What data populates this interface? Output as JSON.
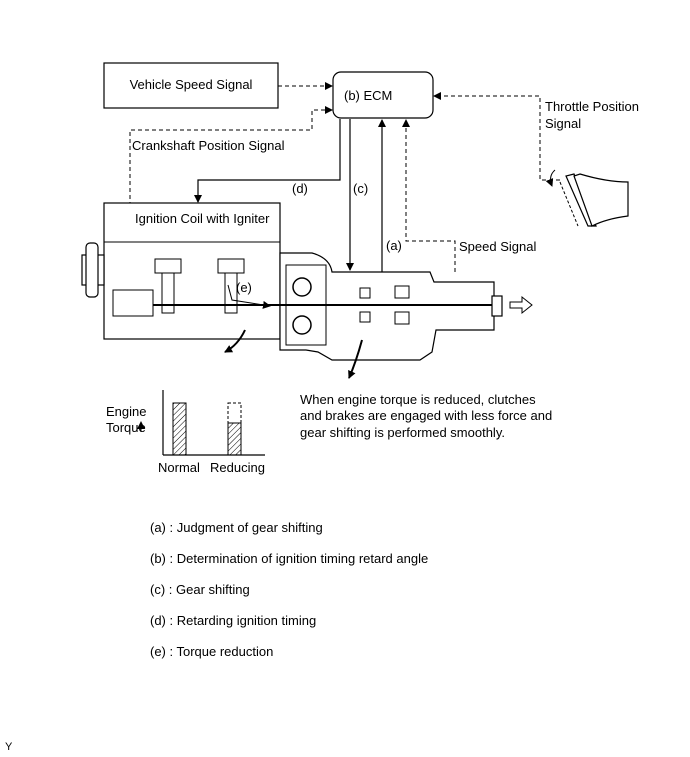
{
  "labels": {
    "vehicle_speed_signal": "Vehicle Speed Signal",
    "ecm": "(b)  ECM",
    "throttle_line1": "Throttle Position",
    "throttle_line2": "Signal",
    "crankshaft_signal": "Crankshaft Position Signal",
    "d": "(d)",
    "c": "(c)",
    "a": "(a)",
    "e": "(e)",
    "ignition_coil": "Ignition Coil with Igniter",
    "speed_signal": "Speed Signal",
    "note_line1": "When engine torque is reduced, clutches",
    "note_line2": "and brakes are engaged with less force and",
    "note_line3": "gear shifting is performed smoothly.",
    "engine": "Engine",
    "torque": "Torque",
    "normal": "Normal",
    "reducing": "Reducing"
  },
  "legend": [
    "(a) : Judgment of gear shifting",
    "(b) : Determination of ignition timing retard angle",
    "(c) : Gear shifting",
    "(d) : Retarding ignition timing",
    "(e) : Torque reduction"
  ],
  "corner_mark": "Y"
}
